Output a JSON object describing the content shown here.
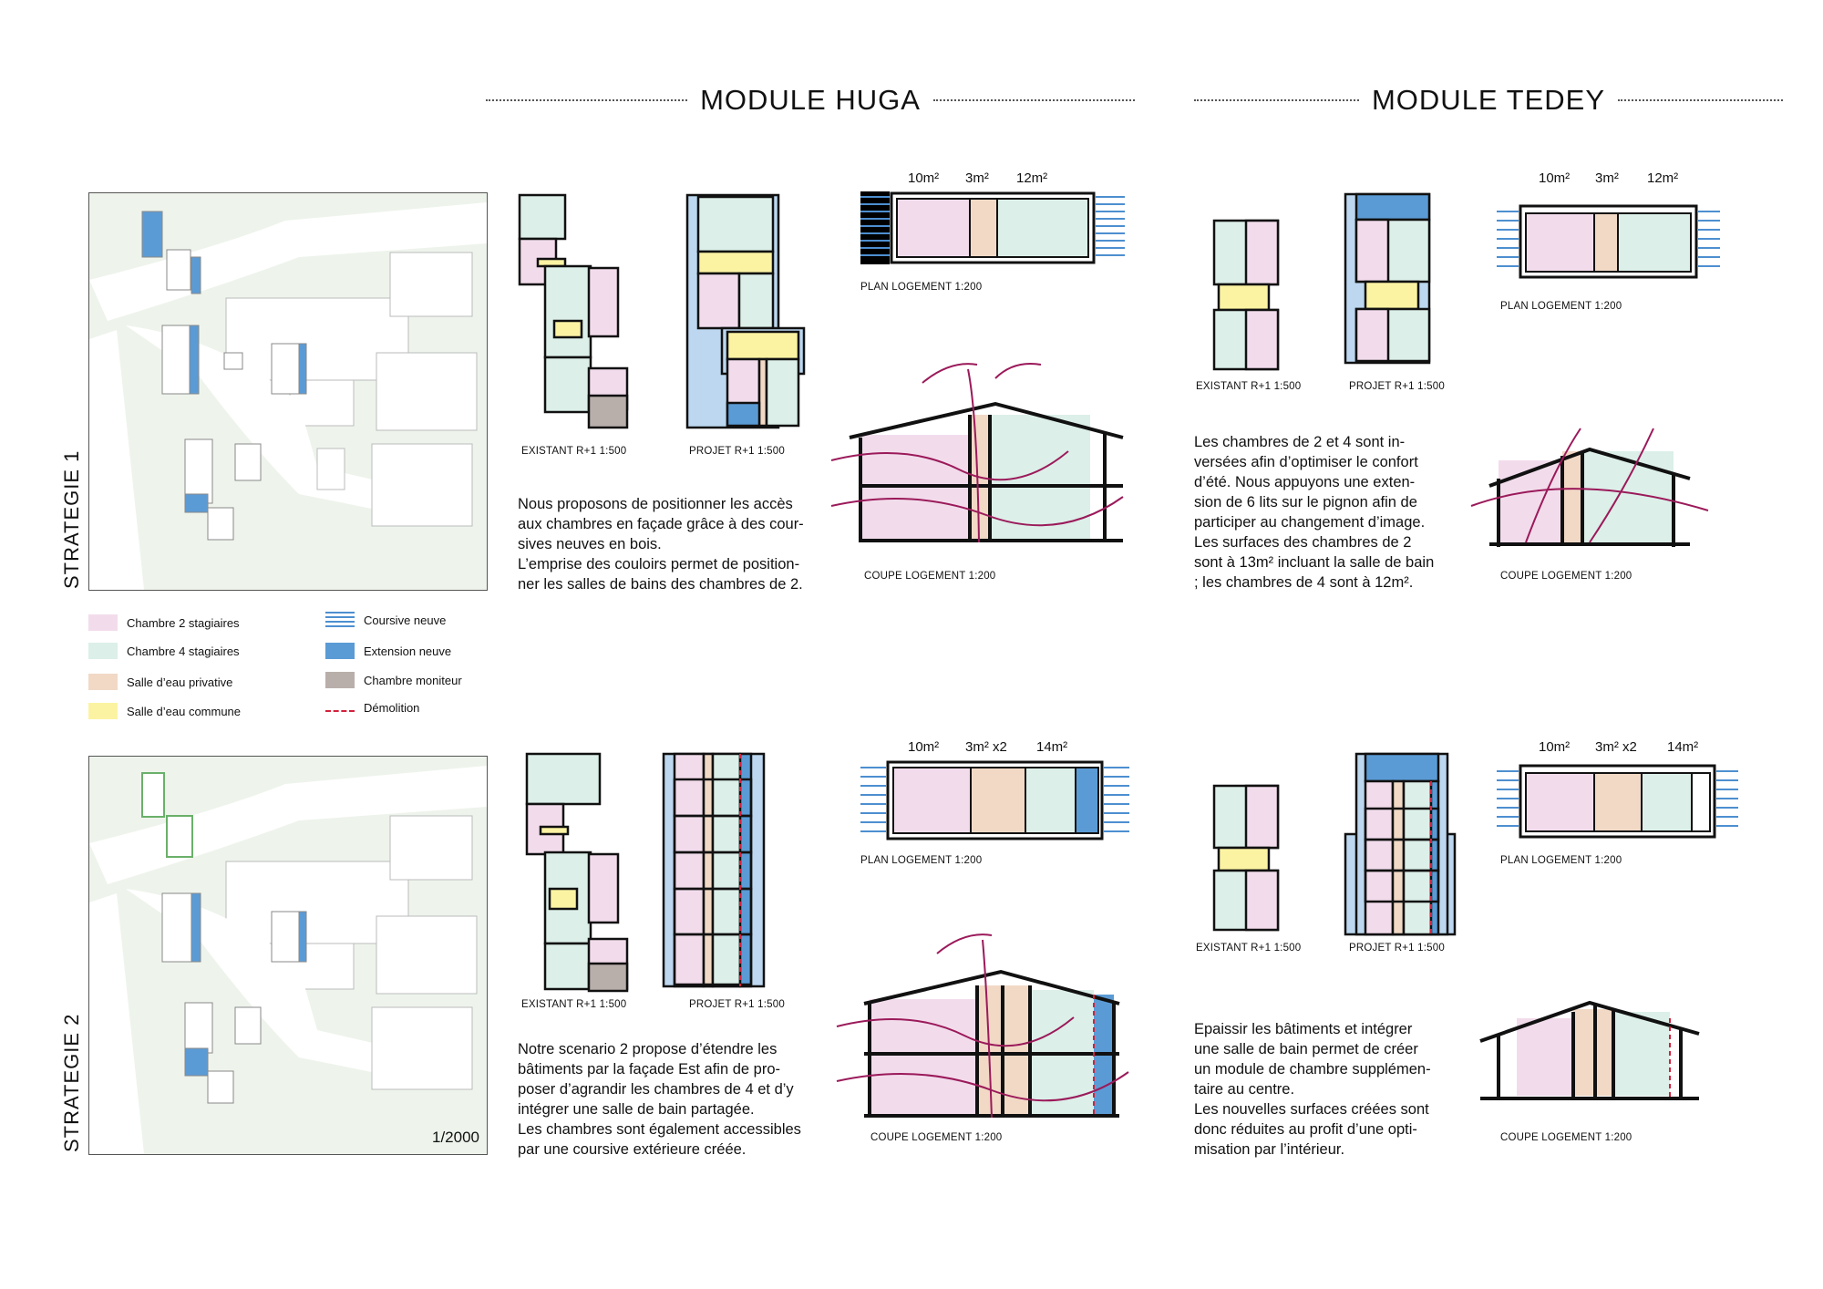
{
  "headers": {
    "huga": "MODULE HUGA",
    "tedey": "MODULE TEDEY"
  },
  "strategies": {
    "s1": {
      "label": "STRATEGIE 1",
      "huga_text": "Nous proposons de positionner les accès\naux chambres en façade grâce à des cour-\nsives neuves en bois.\nL’emprise des couloirs permet de position-\nner les salles de bains des chambres de 2.",
      "tedey_text": "Les chambres de 2 et 4 sont in-\nversées afin d’optimiser le confort\nd’été. Nous appuyons une exten-\nsion de 6 lits sur le pignon afin de\nparticiper au changement d’image.\nLes surfaces des chambres de 2\nsont à 13m² incluant la salle de bain\n; les chambres de 4 sont à 12m².",
      "huga_areas": [
        "10m²",
        "3m²",
        "12m²"
      ],
      "tedey_areas": [
        "10m²",
        "3m²",
        "12m²"
      ]
    },
    "s2": {
      "label": "STRATEGIE 2",
      "huga_text": "Notre scenario 2 propose d’étendre les\nbâtiments par la façade Est afin de pro-\nposer d’agrandir les chambres de 4 et d’y\nintégrer une salle de bain partagée.\nLes chambres sont également accessibles\npar une coursive extérieure créée.",
      "tedey_text": "Epaissir les bâtiments et intégrer\nune salle de bain permet de créer\nun module de chambre supplémen-\ntaire au centre.\nLes nouvelles surfaces créées sont\ndonc réduites au profit d’une opti-\nmisation par l’intérieur.",
      "huga_areas": [
        "10m²",
        "3m² x2",
        "14m²"
      ],
      "tedey_areas": [
        "10m²",
        "3m² x2",
        "14m²"
      ]
    }
  },
  "labels": {
    "existant": "EXISTANT R+1   1:500",
    "projet": "PROJET R+1   1:500",
    "plan": "PLAN LOGEMENT 1:200",
    "coupe": "COUPE LOGEMENT 1:200",
    "site_scale": "1/2000"
  },
  "legend": [
    {
      "label": "Chambre 2 stagiaires",
      "color": "#f2dcec",
      "kind": "fill"
    },
    {
      "label": "Chambre 4 stagiaires",
      "color": "#dcefe9",
      "kind": "fill"
    },
    {
      "label": "Salle d’eau privative",
      "color": "#f1d9c6",
      "kind": "fill"
    },
    {
      "label": "Salle d’eau commune",
      "color": "#fbf3a2",
      "kind": "fill"
    },
    {
      "label": "Coursive neuve",
      "color": "#4d8fd0",
      "kind": "stripes"
    },
    {
      "label": "Extension neuve",
      "color": "#5b9bd5",
      "kind": "fill"
    },
    {
      "label": "Chambre moniteur",
      "color": "#b9afaa",
      "kind": "fill"
    },
    {
      "label": "Démolition",
      "color": "#d4213d",
      "kind": "dash"
    }
  ],
  "colors": {
    "pink": "#f2dcec",
    "mint": "#dcefe9",
    "beige": "#f1d9c6",
    "yellow": "#fbf3a2",
    "blue": "#5b9bd5",
    "taupe": "#b9afaa",
    "arrow": "#9b1a5a",
    "demolition": "#d4213d"
  }
}
